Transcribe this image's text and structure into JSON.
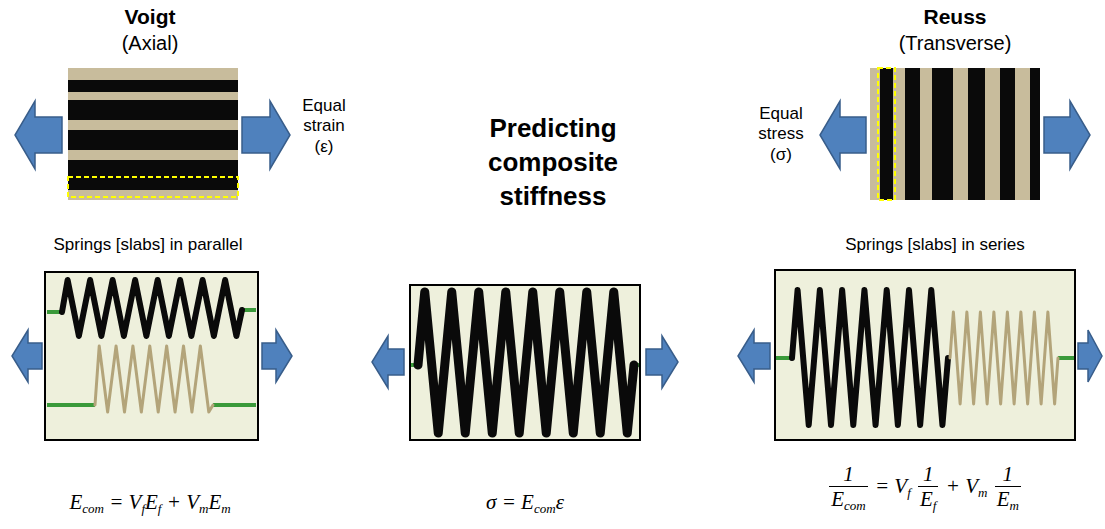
{
  "diagram": {
    "title": "Predicting composite stiffness",
    "labels": [
      "Voigt",
      "(Axial)",
      "Equal strain (ε)",
      "Springs [slabs] in parallel",
      "Ecom = VfEf + VmEm",
      "σ = Ecomε",
      "Reuss",
      "(Transverse)",
      "Equal stress (σ)",
      "Springs [slabs] in series",
      "1/Ecom = Vf 1/Ef + Vm 1/Em"
    ]
  }
}
